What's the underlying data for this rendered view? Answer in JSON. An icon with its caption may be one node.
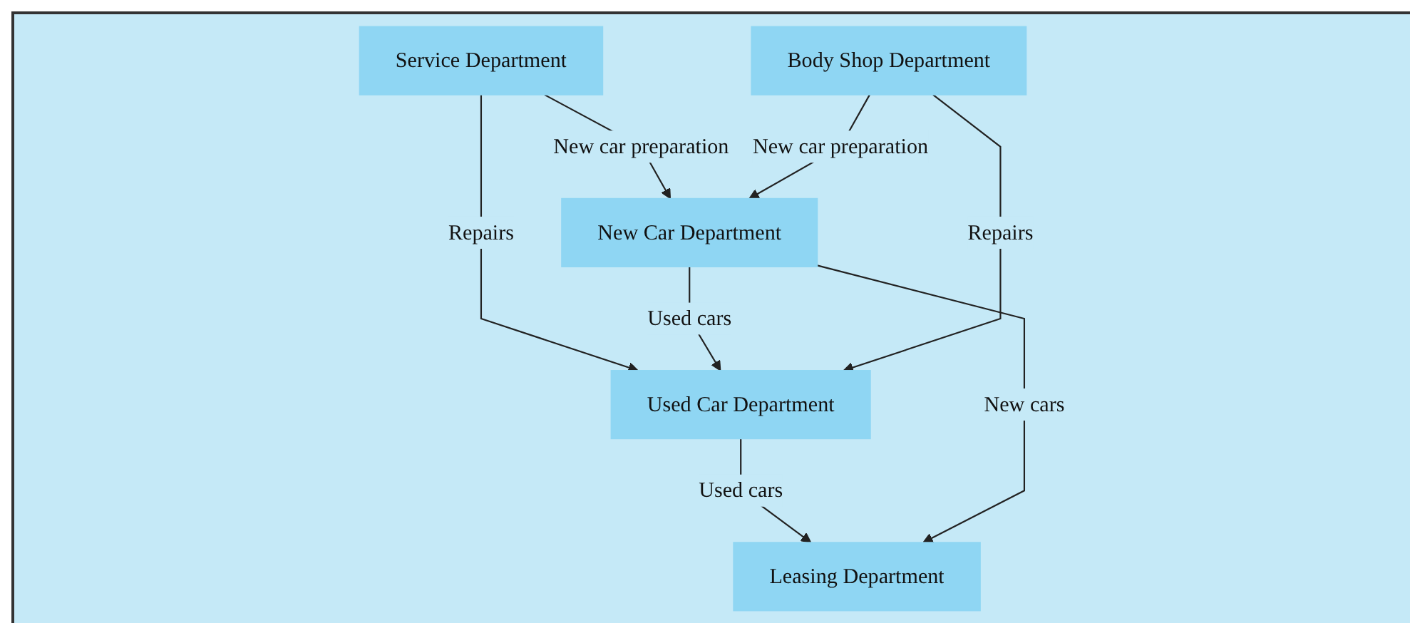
{
  "diagram": {
    "nodes": [
      {
        "text": [
          "Service Department"
        ]
      },
      {
        "text": [
          "Used Car Department"
        ]
      },
      {
        "text": [
          "New Car Department"
        ]
      },
      {
        "text": [
          "Leasing Department"
        ]
      },
      {
        "text": [
          "Body Shop Department"
        ]
      }
    ],
    "edges": [
      {
        "from": 0,
        "to": 1,
        "arrow": "to",
        "label": "Repairs"
      },
      {
        "from": 0,
        "to": 2,
        "arrow": "to",
        "label": "New car preparation"
      },
      {
        "from": 2,
        "to": 1,
        "arrow": "to",
        "label": "Used cars"
      },
      {
        "from": 1,
        "to": 3,
        "arrow": "to",
        "label": "Used cars"
      },
      {
        "from": 2,
        "to": 3,
        "arrow": "to",
        "label": "New cars"
      },
      {
        "from": 4,
        "to": 1,
        "arrow": "to",
        "label": "Repairs"
      },
      {
        "from": 4,
        "to": 2,
        "arrow": "to",
        "label": "New car preparation"
      }
    ]
  }
}
